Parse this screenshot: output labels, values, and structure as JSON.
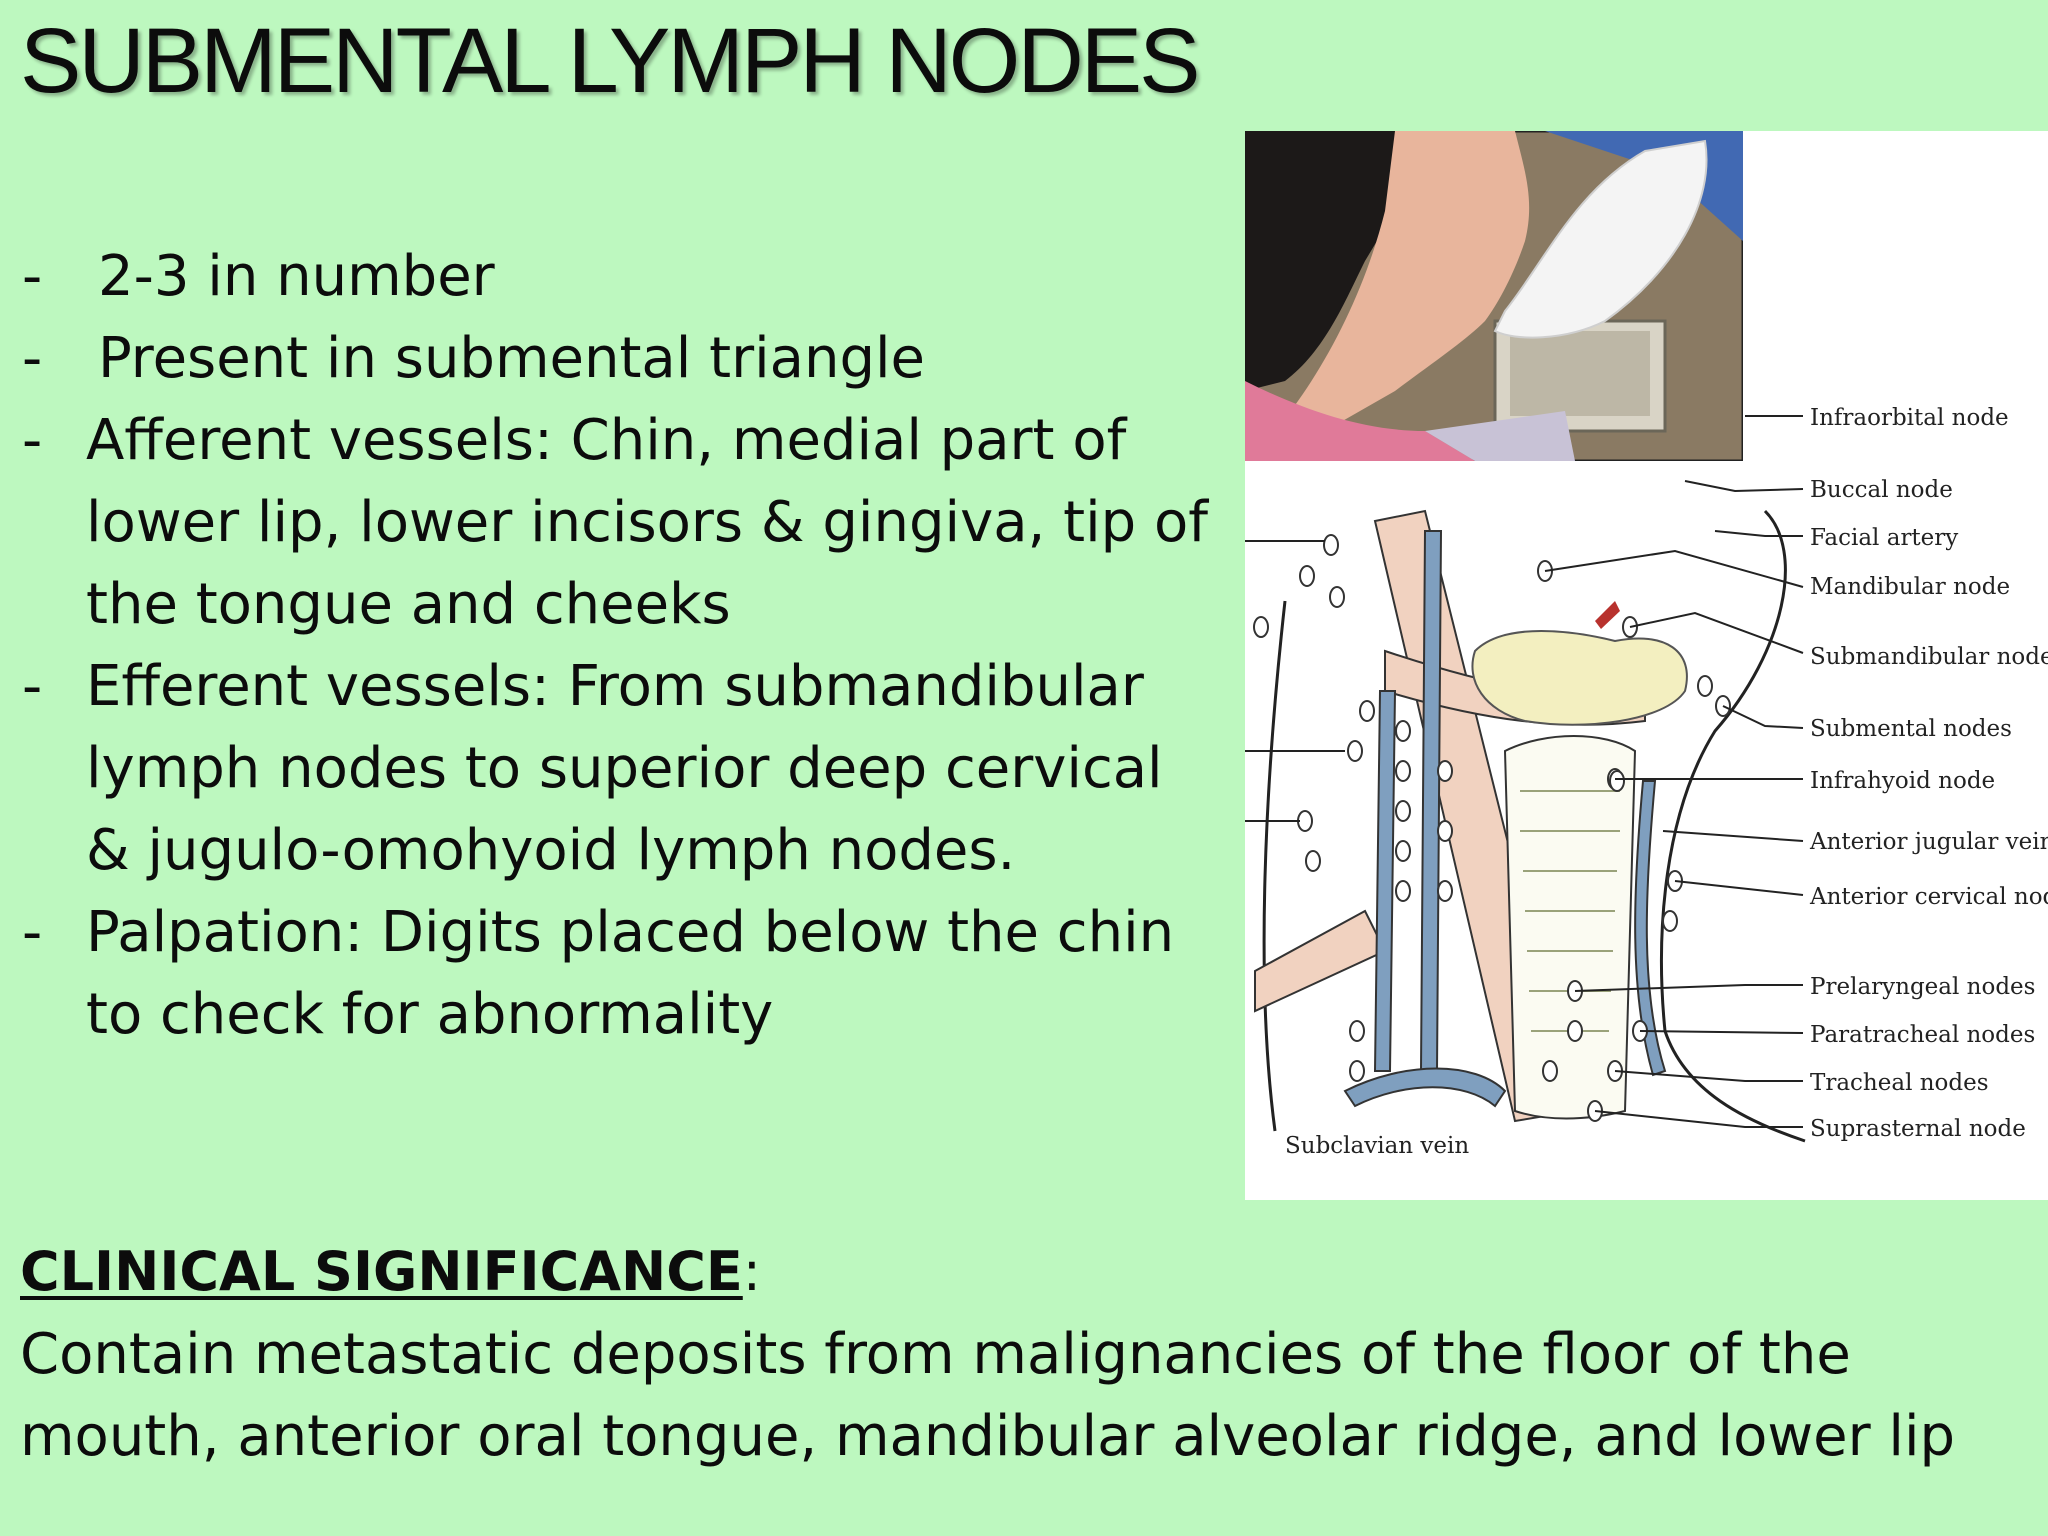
{
  "title": "SUBMENTAL LYMPH NODES",
  "bullets": [
    "2-3 in number",
    "Present in submental triangle",
    "Afferent vessels: Chin, medial part of lower lip, lower incisors & gingiva, tip of the tongue and cheeks",
    "Efferent vessels: From submandibular lymph nodes to superior deep cervical & jugulo-omohyoid lymph nodes.",
    "Palpation: Digits placed below the chin to check for abnormality"
  ],
  "bullet_dash": "-",
  "clinical": {
    "heading": "CLINICAL SIGNIFICANCE",
    "colon": ":",
    "text": "Contain metastatic deposits from malignancies of the floor of the mouth, anterior oral tongue, mandibular alveolar ridge, and lower lip"
  },
  "diagram_labels": [
    "Infraorbital node",
    "Buccal node",
    "Facial artery",
    "Mandibular node",
    "Submandibular nodes",
    "Submental nodes",
    "Infrahyoid node",
    "Anterior jugular vein",
    "Anterior cervical node",
    "Prelaryngeal nodes",
    "Paratracheal nodes",
    "Tracheal nodes",
    "Suprasternal node",
    "Subclavian vein"
  ],
  "colors": {
    "background": "#bdf8bf",
    "vein_blue": "#7f9fbf",
    "gland_yellow": "#f3efc0",
    "muscle_pink": "#f1d2c0",
    "glove_white": "#f4f4f4"
  }
}
